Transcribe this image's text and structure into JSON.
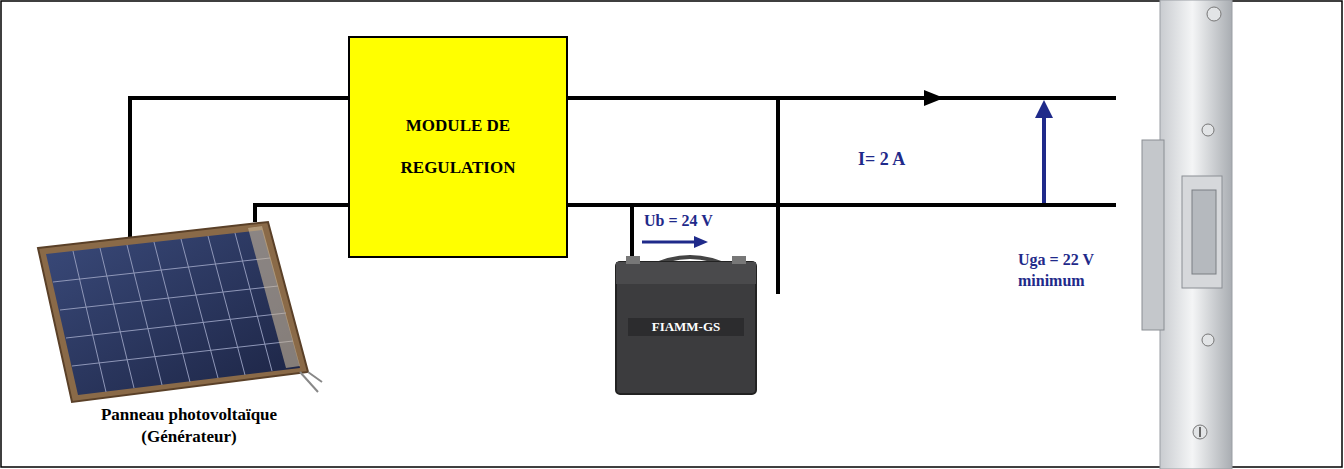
{
  "diagram": {
    "nodes": [
      {
        "text": [
          "MODULE DE REGULATION"
        ]
      }
    ],
    "labels": [
      "Ub = 24 V",
      "I= 2 A",
      "Uga = 22 V minimum",
      "Panneau photovoltaïque (Générateur)",
      "FIAMM-GS"
    ]
  }
}
